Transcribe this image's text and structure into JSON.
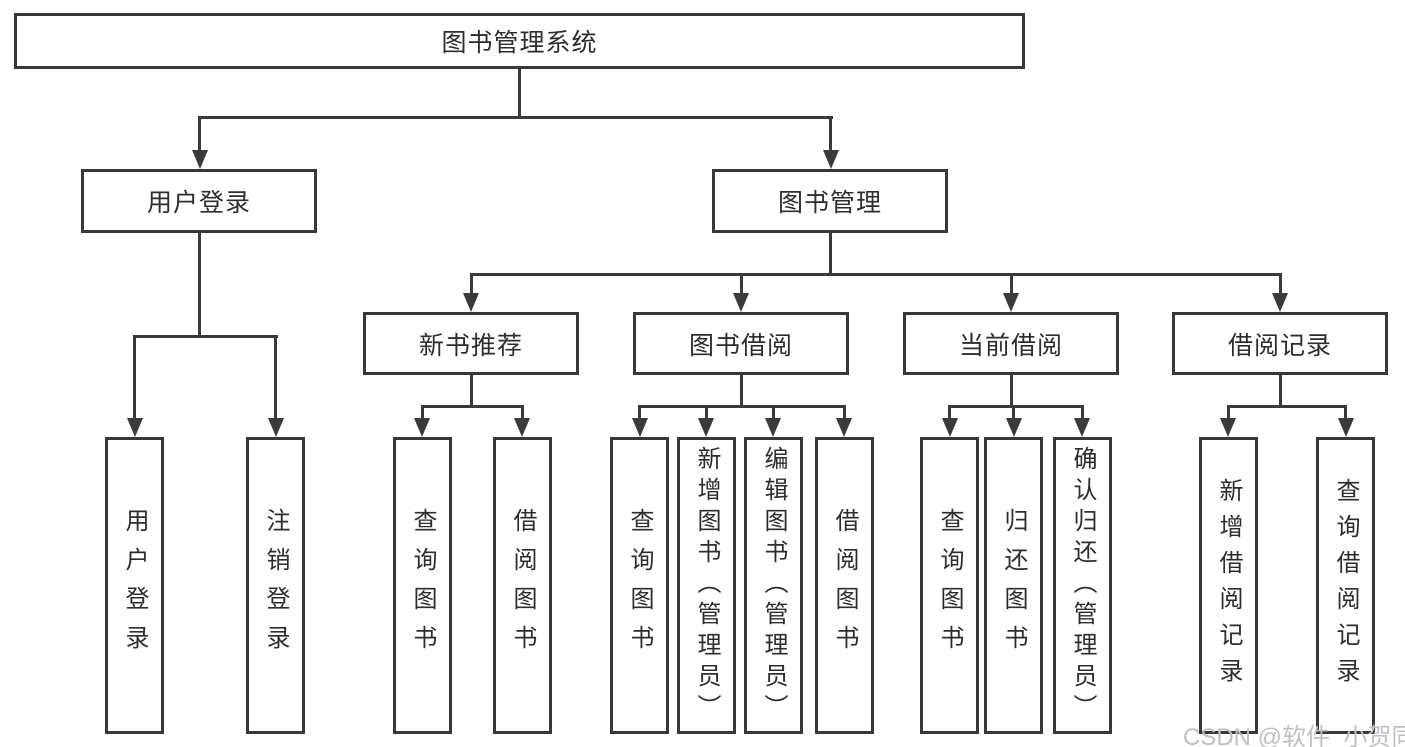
{
  "diagram": {
    "title": "图书管理系统",
    "level2": {
      "user_login": "用户登录",
      "book_management": "图书管理"
    },
    "level3": {
      "new_book_recommend": "新书推荐",
      "book_borrowing": "图书借阅",
      "current_borrowing": "当前借阅",
      "borrowing_records": "借阅记录"
    },
    "leaves": {
      "user_login": "用户登录",
      "logout_login": "注销登录",
      "query_books_a": "查询图书",
      "borrow_books_a": "借阅图书",
      "query_books_b": "查询图书",
      "add_books_admin": "新增图书（管理员）",
      "edit_books_admin": "编辑图书（管理员）",
      "borrow_books_b": "借阅图书",
      "query_books_c": "查询图书",
      "return_books": "归还图书",
      "confirm_return_admin": "确认归还（管理员）",
      "add_borrow_record": "新增借阅记录",
      "query_borrow_record": "查询借阅记录"
    }
  },
  "watermark": "CSDN @软件_小贺同学",
  "colors": {
    "background": "#ffffff",
    "border": "#383838",
    "line": "#3a3a3a",
    "text": "#2d2d2d",
    "watermark_text": "#bfbfc4"
  }
}
